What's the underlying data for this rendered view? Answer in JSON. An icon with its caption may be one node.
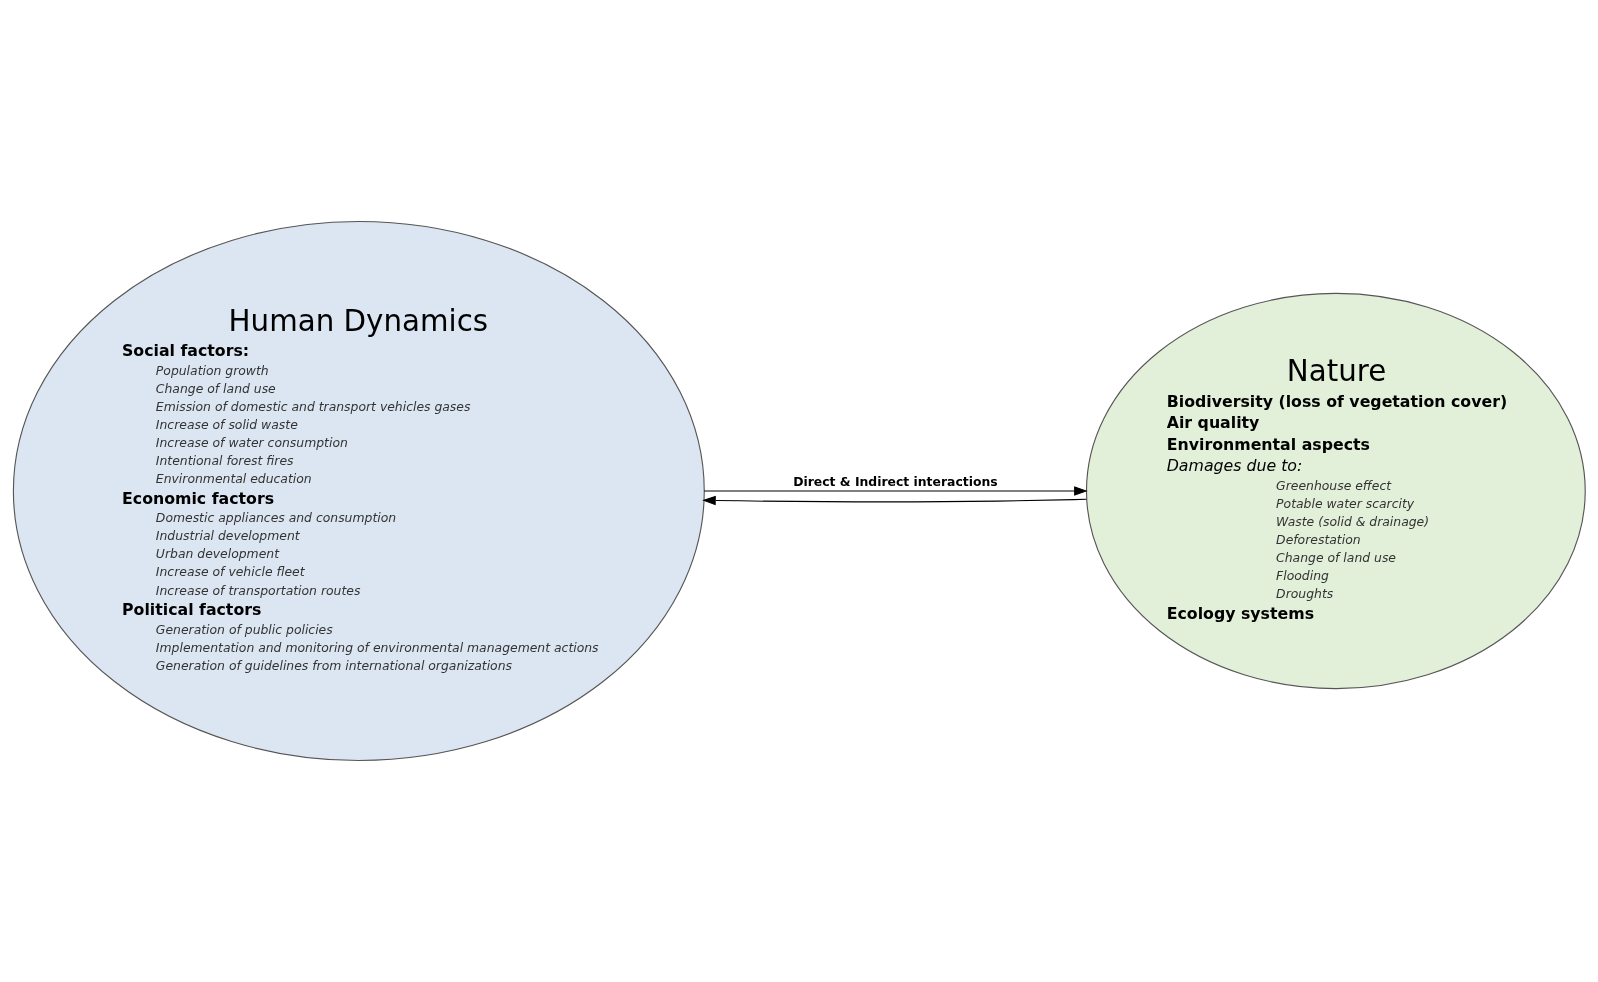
{
  "diagram": {
    "nodes": [
      {
        "text": [
          "Human Dynamics",
          "Social factors:",
          "Population growth",
          "Change of land use",
          "Emission of domestic and transport vehicles gases",
          "Increase of solid waste",
          "Increase of water consumption",
          "Intentional forest fires",
          "Environmental education",
          "Economic factors",
          "Domestic appliances and consumption",
          "Industrial development",
          "Urban development",
          "Increase of vehicle fleet",
          "Increase of transportation routes",
          "Political factors",
          "Generation of public policies",
          "Implementation and monitoring of environmental management actions",
          "Generation of guidelines from international organizations"
        ]
      },
      {
        "text": [
          "Nature",
          "Biodiversity (loss of vegetation cover)",
          "Air quality",
          "Environmental aspects",
          "Damages due to:",
          "Greenhouse effect",
          "Potable water scarcity",
          "Waste (solid & drainage)",
          "Deforestation",
          "Change of land use",
          "Flooding",
          "Droughts",
          "Ecology systems"
        ]
      }
    ],
    "edges": [
      {
        "from": 0,
        "to": 1,
        "arrow": "to",
        "label": "Direct & Indirect interactions"
      },
      {
        "from": 1,
        "to": 0,
        "arrow": "to"
      }
    ]
  }
}
